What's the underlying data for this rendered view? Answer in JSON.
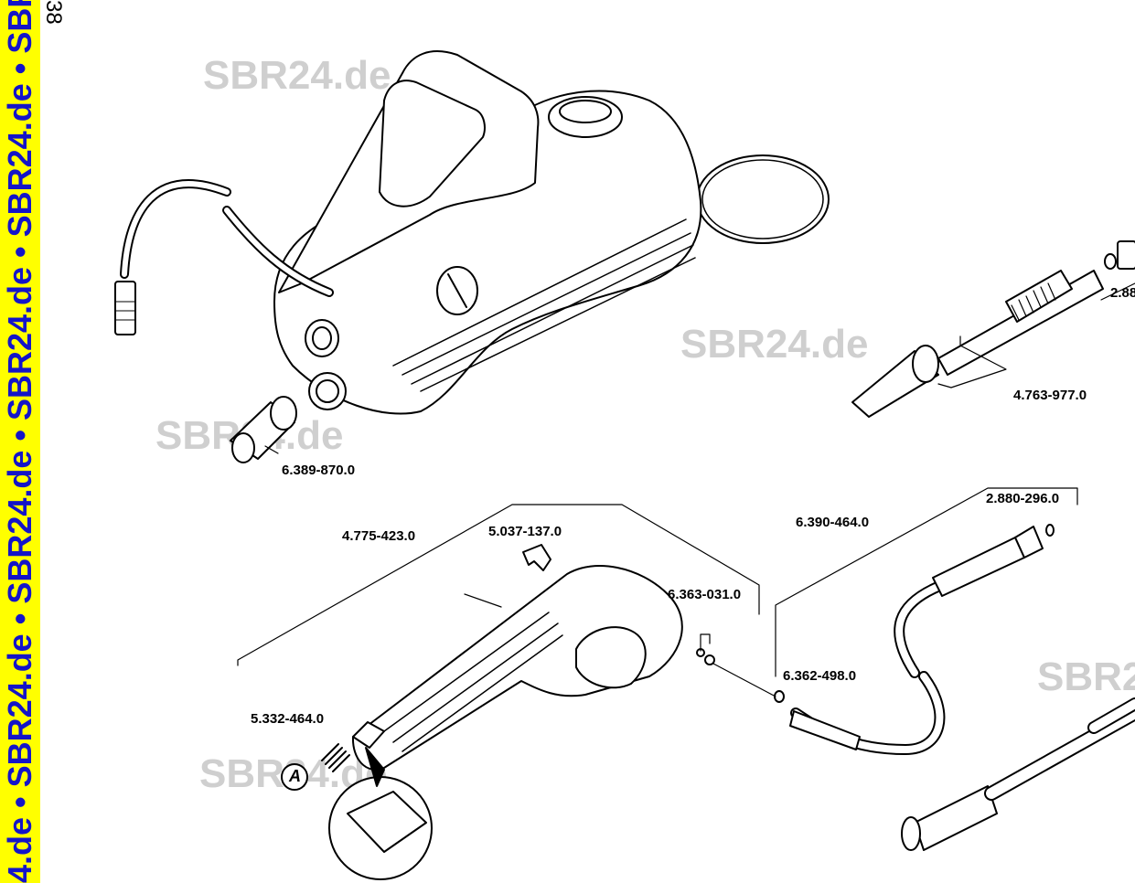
{
  "sidebar": {
    "watermark_text": "4.de • SBR24.de • SBR24.de • SBR24.de • SBR24.de • SBR24.de • SB",
    "background": "#ffff00",
    "text_color": "#1414c8"
  },
  "page_number": "38",
  "watermarks": [
    "SBR24.de",
    "SBR24.de",
    "SBR24.de",
    "SBR24.de",
    "SBR2"
  ],
  "parts": {
    "inlet_coupling": "6.389-870.0",
    "nozzle_assembly": "4.763-977.0",
    "nozzle_oring": "2.88",
    "gun_assembly": "4.775-423.0",
    "trigger_lock": "5.037-137.0",
    "gun_fitting": "6.363-031.0",
    "gun_spring": "5.332-464.0",
    "hose_oring_gun": "6.362-498.0",
    "hose": "6.390-464.0",
    "hose_oring_end": "2.880-296.0"
  },
  "detail_callout": "A"
}
